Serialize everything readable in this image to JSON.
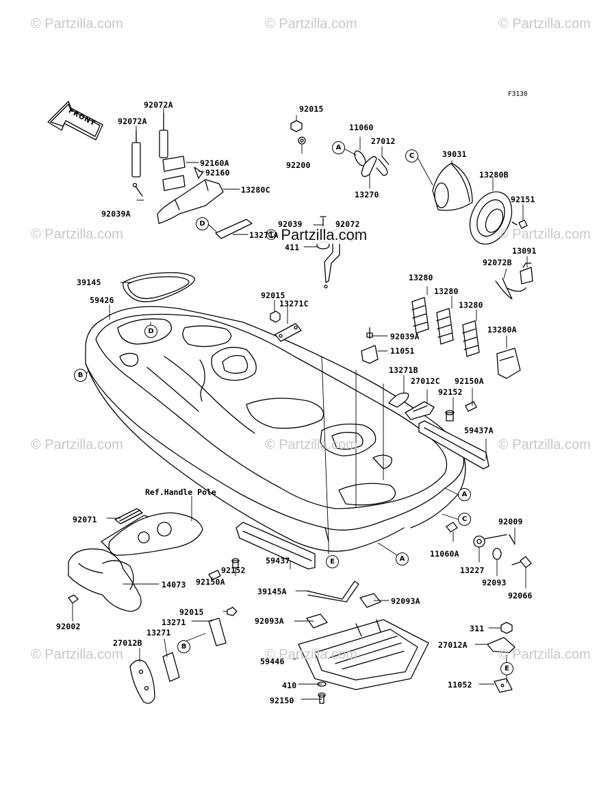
{
  "watermarks": [
    "© Partzilla.com"
  ],
  "center_watermark": "© Partzilla.com",
  "figure_code": "F3130",
  "front_label": "FRONT",
  "note": "Ref.Handle Pole",
  "refs": [
    "A",
    "B",
    "C",
    "D",
    "E"
  ],
  "parts": {
    "p92072A_a": "92072A",
    "p92072A_b": "92072A",
    "p92160A": "92160A",
    "p92160": "92160",
    "p13280C": "13280C",
    "p92039A_a": "92039A",
    "p13271A": "13271A",
    "p92015_a": "92015",
    "p11060": "11060",
    "p27012": "27012",
    "p92200": "92200",
    "p13270": "13270",
    "p39031": "39031",
    "p13280B": "13280B",
    "p92151": "92151",
    "p92039": "92039",
    "p92072": "92072",
    "p411": "411",
    "p13091": "13091",
    "p92072B": "92072B",
    "p39145": "39145",
    "p59426": "59426",
    "p92015_b": "92015",
    "p13271C": "13271C",
    "p13280_a": "13280",
    "p13280_b": "13280",
    "p13280_c": "13280",
    "p13280A": "13280A",
    "p92039A_b": "92039A",
    "p11051": "11051",
    "p13271B": "13271B",
    "p27012C": "27012C",
    "p92150A_a": "92150A",
    "p92152_a": "92152",
    "p59437A": "59437A",
    "p92071": "92071",
    "p14073": "14073",
    "p92002": "92002",
    "p92152_b": "92152",
    "p92150A_b": "92150A",
    "p59437": "59437",
    "p39145A": "39145A",
    "p92093A_a": "92093A",
    "p92093A_b": "92093A",
    "p11060A": "11060A",
    "p92009": "92009",
    "p13227": "13227",
    "p92093": "92093",
    "p92066": "92066",
    "p92015_c": "92015",
    "p13271_a": "13271",
    "p13271_b": "13271",
    "p27012B": "27012B",
    "p59446": "59446",
    "p410": "410",
    "p92150": "92150",
    "p311": "311",
    "p27012A": "27012A",
    "p11052": "11052"
  }
}
